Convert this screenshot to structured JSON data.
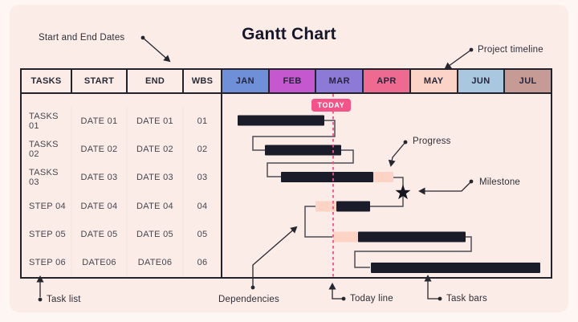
{
  "title": "Gantt Chart",
  "annotations": {
    "start_end_dates": "Start and End Dates",
    "project_timeline": "Project timeline",
    "today_badge": "TODAY",
    "progress": "Progress",
    "milestone": "Milestone",
    "dependencies": "Dependencies",
    "today_line": "Today line",
    "task_bars": "Task bars",
    "task_list": "Task list"
  },
  "table": {
    "headers": [
      "TASKS",
      "START",
      "END",
      "WBS"
    ],
    "rows": [
      {
        "task": "TASKS 01",
        "start": "DATE 01",
        "end": "DATE 01",
        "wbs": "01"
      },
      {
        "task": "TASKS 02",
        "start": "DATE 02",
        "end": "DATE 02",
        "wbs": "02"
      },
      {
        "task": "TASKS 03",
        "start": "DATE 03",
        "end": "DATE 03",
        "wbs": "03"
      },
      {
        "task": "STEP 04",
        "start": "DATE 04",
        "end": "DATE 04",
        "wbs": "04"
      },
      {
        "task": "STEP 05",
        "start": "DATE 05",
        "end": "DATE 05",
        "wbs": "05"
      },
      {
        "task": "STEP 06",
        "start": "DATE06",
        "end": "DATE06",
        "wbs": "06"
      }
    ]
  },
  "timeline": {
    "months": [
      {
        "label": "JAN",
        "color": "#6f8fd9"
      },
      {
        "label": "FEB",
        "color": "#c558ce"
      },
      {
        "label": "MAR",
        "color": "#8d7ad7"
      },
      {
        "label": "APR",
        "color": "#ef6a90"
      },
      {
        "label": "MAY",
        "color": "#fbd4c7"
      },
      {
        "label": "JUN",
        "color": "#a9c8e0"
      },
      {
        "label": "JUL",
        "color": "#c79b95"
      }
    ],
    "today_position_month": 2.4,
    "bars": [
      {
        "row": "TASKS 01",
        "start_month": 0.35,
        "end_month": 2.18,
        "highlight": "none",
        "milestone": false
      },
      {
        "row": "TASKS 02",
        "start_month": 0.93,
        "end_month": 2.53,
        "highlight": "none",
        "milestone": false
      },
      {
        "row": "TASKS 03",
        "start_month": 1.26,
        "end_month": 3.63,
        "highlight": "end",
        "milestone": true
      },
      {
        "row": "STEP 04",
        "start_month": 1.99,
        "end_month": 3.12,
        "highlight": "start",
        "milestone": false
      },
      {
        "row": "STEP 05",
        "start_month": 2.36,
        "end_month": 5.14,
        "highlight": "start",
        "milestone": false
      },
      {
        "row": "STEP 06",
        "start_month": 3.15,
        "end_month": 6.71,
        "highlight": "none",
        "milestone": false
      }
    ]
  },
  "colors": {
    "background": "#fbece8",
    "bar": "#1b1c29",
    "progress": "#fcd3c5",
    "today": "#f2548a",
    "connector": "#4c4c55",
    "border": "#23232e"
  }
}
